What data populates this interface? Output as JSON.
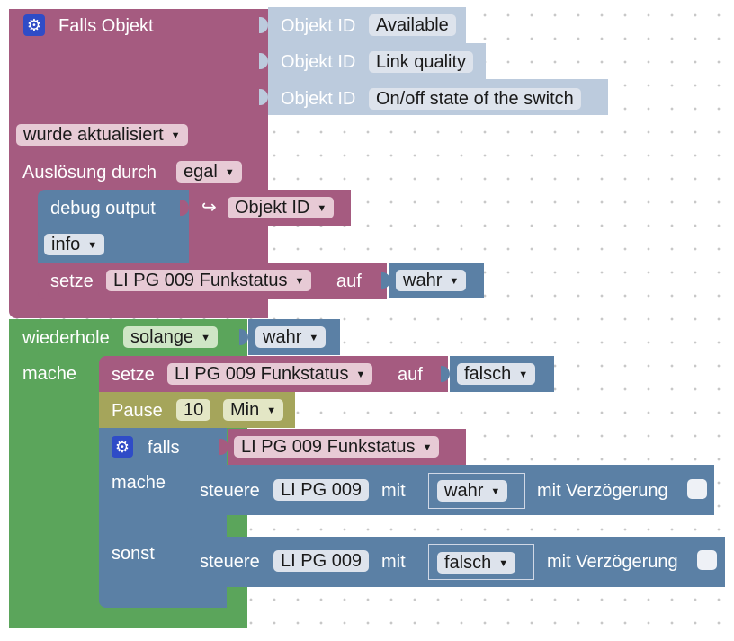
{
  "colors": {
    "event_block": "#a55b80",
    "object_block": "#bccbdd",
    "output_block": "#5b80a5",
    "loop_block": "#5ba55b",
    "pause_block": "#a5a55b",
    "logic_block": "#5b80a5"
  },
  "icons": {
    "gear": "gear-icon",
    "arrow": "return-arrow-icon",
    "dropdown": "dropdown-triangle-icon"
  },
  "trigger": {
    "title": "Falls Objekt",
    "object_label": "Objekt ID",
    "objects": [
      "Available",
      "Link quality",
      "On/off state of the switch"
    ],
    "condition": "wurde aktualisiert",
    "trigger_label": "Auslösung durch",
    "trigger_value": "egal"
  },
  "debug": {
    "label": "debug output",
    "arrow": "↪",
    "value": "Objekt ID",
    "level": "info"
  },
  "set1": {
    "label": "setze",
    "variable": "LI PG 009 Funkstatus",
    "to": "auf",
    "value": "wahr"
  },
  "loop": {
    "label": "wiederhole",
    "mode": "solange",
    "condition": "wahr",
    "do": "mache"
  },
  "set2": {
    "label": "setze",
    "variable": "LI PG 009 Funkstatus",
    "to": "auf",
    "value": "falsch"
  },
  "pause": {
    "label": "Pause",
    "amount": "10",
    "unit": "Min"
  },
  "ifblock": {
    "label": "falls",
    "condition": "LI PG 009 Funkstatus",
    "do": "mache",
    "else": "sonst"
  },
  "control1": {
    "label": "steuere",
    "device": "LI PG 009",
    "with": "mit",
    "value": "wahr",
    "delay": "mit Verzögerung"
  },
  "control2": {
    "label": "steuere",
    "device": "LI PG 009",
    "with": "mit",
    "value": "falsch",
    "delay": "mit Verzögerung"
  },
  "dropdown_arrow": "▼",
  "gear_glyph": "⚙"
}
